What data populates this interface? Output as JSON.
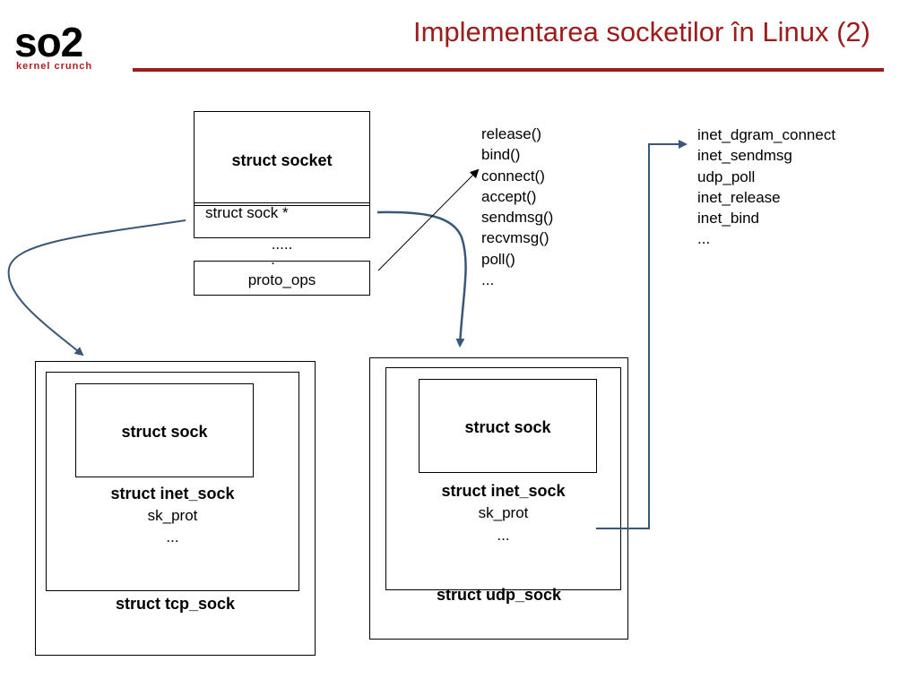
{
  "header": {
    "title": "Implementarea socketilor în Linux (2)",
    "logo_text": "so2",
    "logo_subtitle": "kernel crunch",
    "accent_color": "#9c1b1b"
  },
  "socket_box": {
    "title": "struct socket",
    "field_sock": "struct sock *",
    "dots": ".....",
    "dot": ".",
    "field_ops": "proto_ops"
  },
  "proto_ops_list": [
    "release()",
    "bind()",
    "connect()",
    "accept()",
    "sendmsg()",
    "recvmsg()",
    "poll()",
    "..."
  ],
  "inet_ops_list": [
    "inet_dgram_connect",
    "inet_sendmsg",
    "udp_poll",
    "inet_release",
    "inet_bind",
    "..."
  ],
  "tcp_box": {
    "inner_title": "struct sock",
    "mid_title": "struct inet_sock",
    "mid_field": "sk_prot",
    "mid_more": "...",
    "outer_title": "struct tcp_sock"
  },
  "udp_box": {
    "inner_title": "struct sock",
    "mid_title": "struct inet_sock",
    "mid_field": "sk_prot",
    "mid_more": "...",
    "outer_title": "struct udp_sock"
  },
  "colors": {
    "arrow_blue": "#3a5678",
    "arrow_black": "#000000"
  }
}
